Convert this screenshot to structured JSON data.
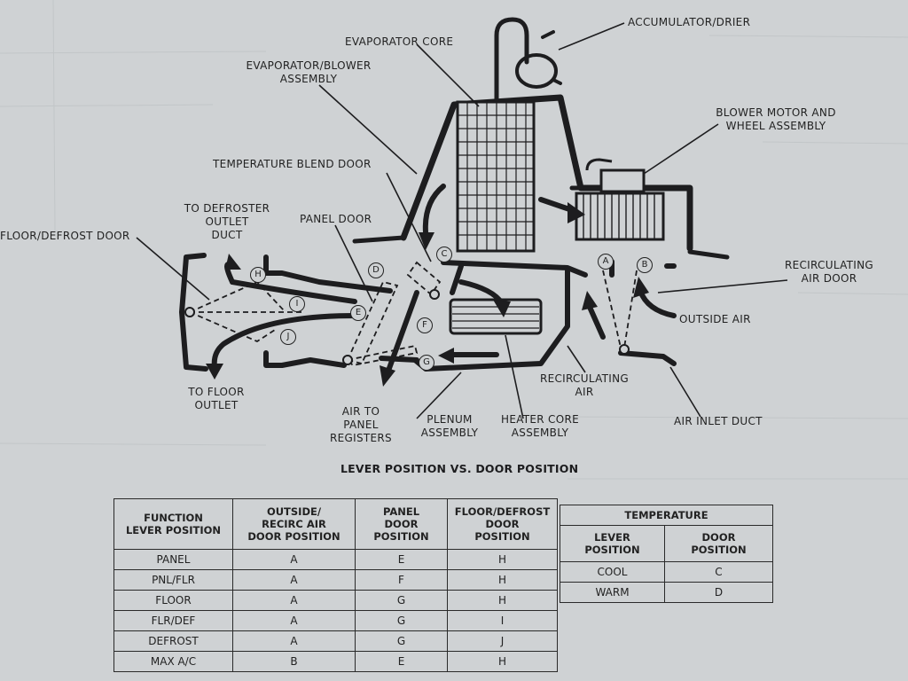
{
  "labels": {
    "accumulator": "ACCUMULATOR/DRIER",
    "evaporator_core": "EVAPORATOR CORE",
    "evap_blower_line1": "EVAPORATOR/BLOWER",
    "evap_blower_line2": "ASSEMBLY",
    "blower_motor_line1": "BLOWER MOTOR AND",
    "blower_motor_line2": "WHEEL ASSEMBLY",
    "temp_blend_door": "TEMPERATURE BLEND DOOR",
    "defroster_line1": "TO DEFROSTER",
    "defroster_line2": "OUTLET",
    "defroster_line3": "DUCT",
    "panel_door": "PANEL DOOR",
    "floor_defrost_door": "FLOOR/DEFROST DOOR",
    "recirc_door_line1": "RECIRCULATING",
    "recirc_door_line2": "AIR DOOR",
    "outside_air": "OUTSIDE AIR",
    "floor_outlet_line1": "TO FLOOR",
    "floor_outlet_line2": "OUTLET",
    "panel_reg_line1": "AIR TO",
    "panel_reg_line2": "PANEL",
    "panel_reg_line3": "REGISTERS",
    "plenum_line1": "PLENUM",
    "plenum_line2": "ASSEMBLY",
    "heater_core_line1": "HEATER CORE",
    "heater_core_line2": "ASSEMBLY",
    "recirc_air_line1": "RECIRCULATING",
    "recirc_air_line2": "AIR",
    "air_inlet_duct": "AIR INLET DUCT"
  },
  "markers": {
    "a": "A",
    "b": "B",
    "c": "C",
    "d": "D",
    "e": "E",
    "f": "F",
    "g": "G",
    "h": "H",
    "i": "I",
    "j": "J"
  },
  "table_title": "LEVER POSITION VS. DOOR POSITION",
  "lever_table": {
    "headers": {
      "function": [
        "FUNCTION",
        "LEVER POSITION"
      ],
      "outside": [
        "OUTSIDE/",
        "RECIRC AIR",
        "DOOR POSITION"
      ],
      "panel": [
        "PANEL",
        "DOOR",
        "POSITION"
      ],
      "floor": [
        "FLOOR/DEFROST",
        "DOOR",
        "POSITION"
      ]
    },
    "rows": [
      {
        "function": "PANEL",
        "outside": "A",
        "panel": "E",
        "floor": "H"
      },
      {
        "function": "PNL/FLR",
        "outside": "A",
        "panel": "F",
        "floor": "H"
      },
      {
        "function": "FLOOR",
        "outside": "A",
        "panel": "G",
        "floor": "H"
      },
      {
        "function": "FLR/DEF",
        "outside": "A",
        "panel": "G",
        "floor": "I"
      },
      {
        "function": "DEFROST",
        "outside": "A",
        "panel": "G",
        "floor": "J"
      },
      {
        "function": "MAX A/C",
        "outside": "B",
        "panel": "E",
        "floor": "H"
      }
    ]
  },
  "temperature_table": {
    "title": "TEMPERATURE",
    "headers": {
      "lever": [
        "LEVER",
        "POSITION"
      ],
      "door": [
        "DOOR",
        "POSITION"
      ]
    },
    "rows": [
      {
        "lever": "COOL",
        "door": "C"
      },
      {
        "lever": "WARM",
        "door": "D"
      }
    ]
  },
  "colors": {
    "paper": "#cfd2d4",
    "ink": "#1d1d1f"
  }
}
